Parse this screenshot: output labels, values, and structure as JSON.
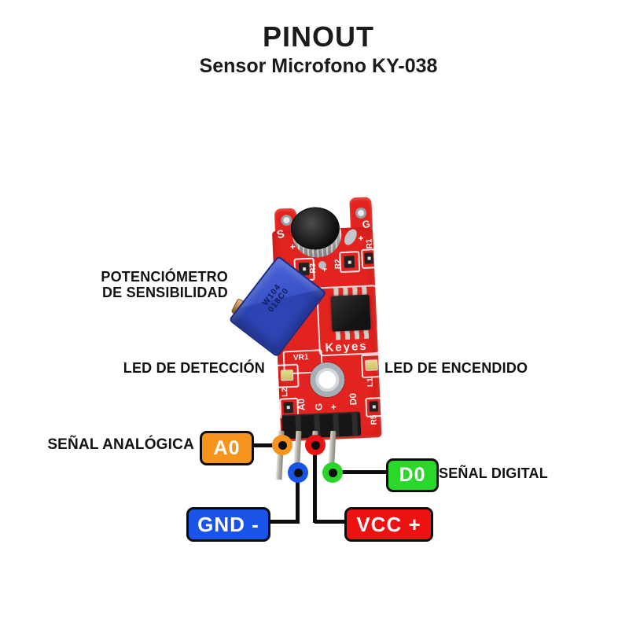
{
  "title": "PINOUT",
  "subtitle": "Sensor Microfono KY-038",
  "annotations": {
    "potentiometer_line1": "POTENCIÓMETRO",
    "potentiometer_line2": "DE SENSIBILIDAD",
    "led_detection": "LED DE DETECCIÓN",
    "led_power": "LED DE ENCENDIDO",
    "analog_signal": "SEÑAL ANALÓGICA",
    "digital_signal": "SEÑAL DIGITAL"
  },
  "badges": {
    "a0": {
      "label": "A0",
      "color": "#F7941D"
    },
    "d0": {
      "label": "D0",
      "color": "#29D829"
    },
    "gnd": {
      "label": "GND -",
      "color": "#1A53E8"
    },
    "vcc": {
      "label": "VCC +",
      "color": "#EE1111"
    }
  },
  "pin_rings": {
    "a0": "#F7941D",
    "gnd": "#1655E8",
    "vcc": "#E81212",
    "d0": "#2BD62B"
  },
  "board": {
    "pcb_color": "#E2231F",
    "silkscreen": {
      "s": "S",
      "g": "G",
      "plus": "+",
      "r1": "R1",
      "r2": "R2",
      "r3": "R3",
      "r5": "R5",
      "vr1": "VR1",
      "l1": "L1",
      "l2": "L2",
      "brand": "Keyes",
      "pin_a0": "A0",
      "pin_g": "G",
      "pin_plus": "+",
      "pin_d0": "D0"
    },
    "potentiometer": {
      "color": "#3B53C8",
      "marking_line1": "W104",
      "marking_line2": "018C0"
    }
  }
}
